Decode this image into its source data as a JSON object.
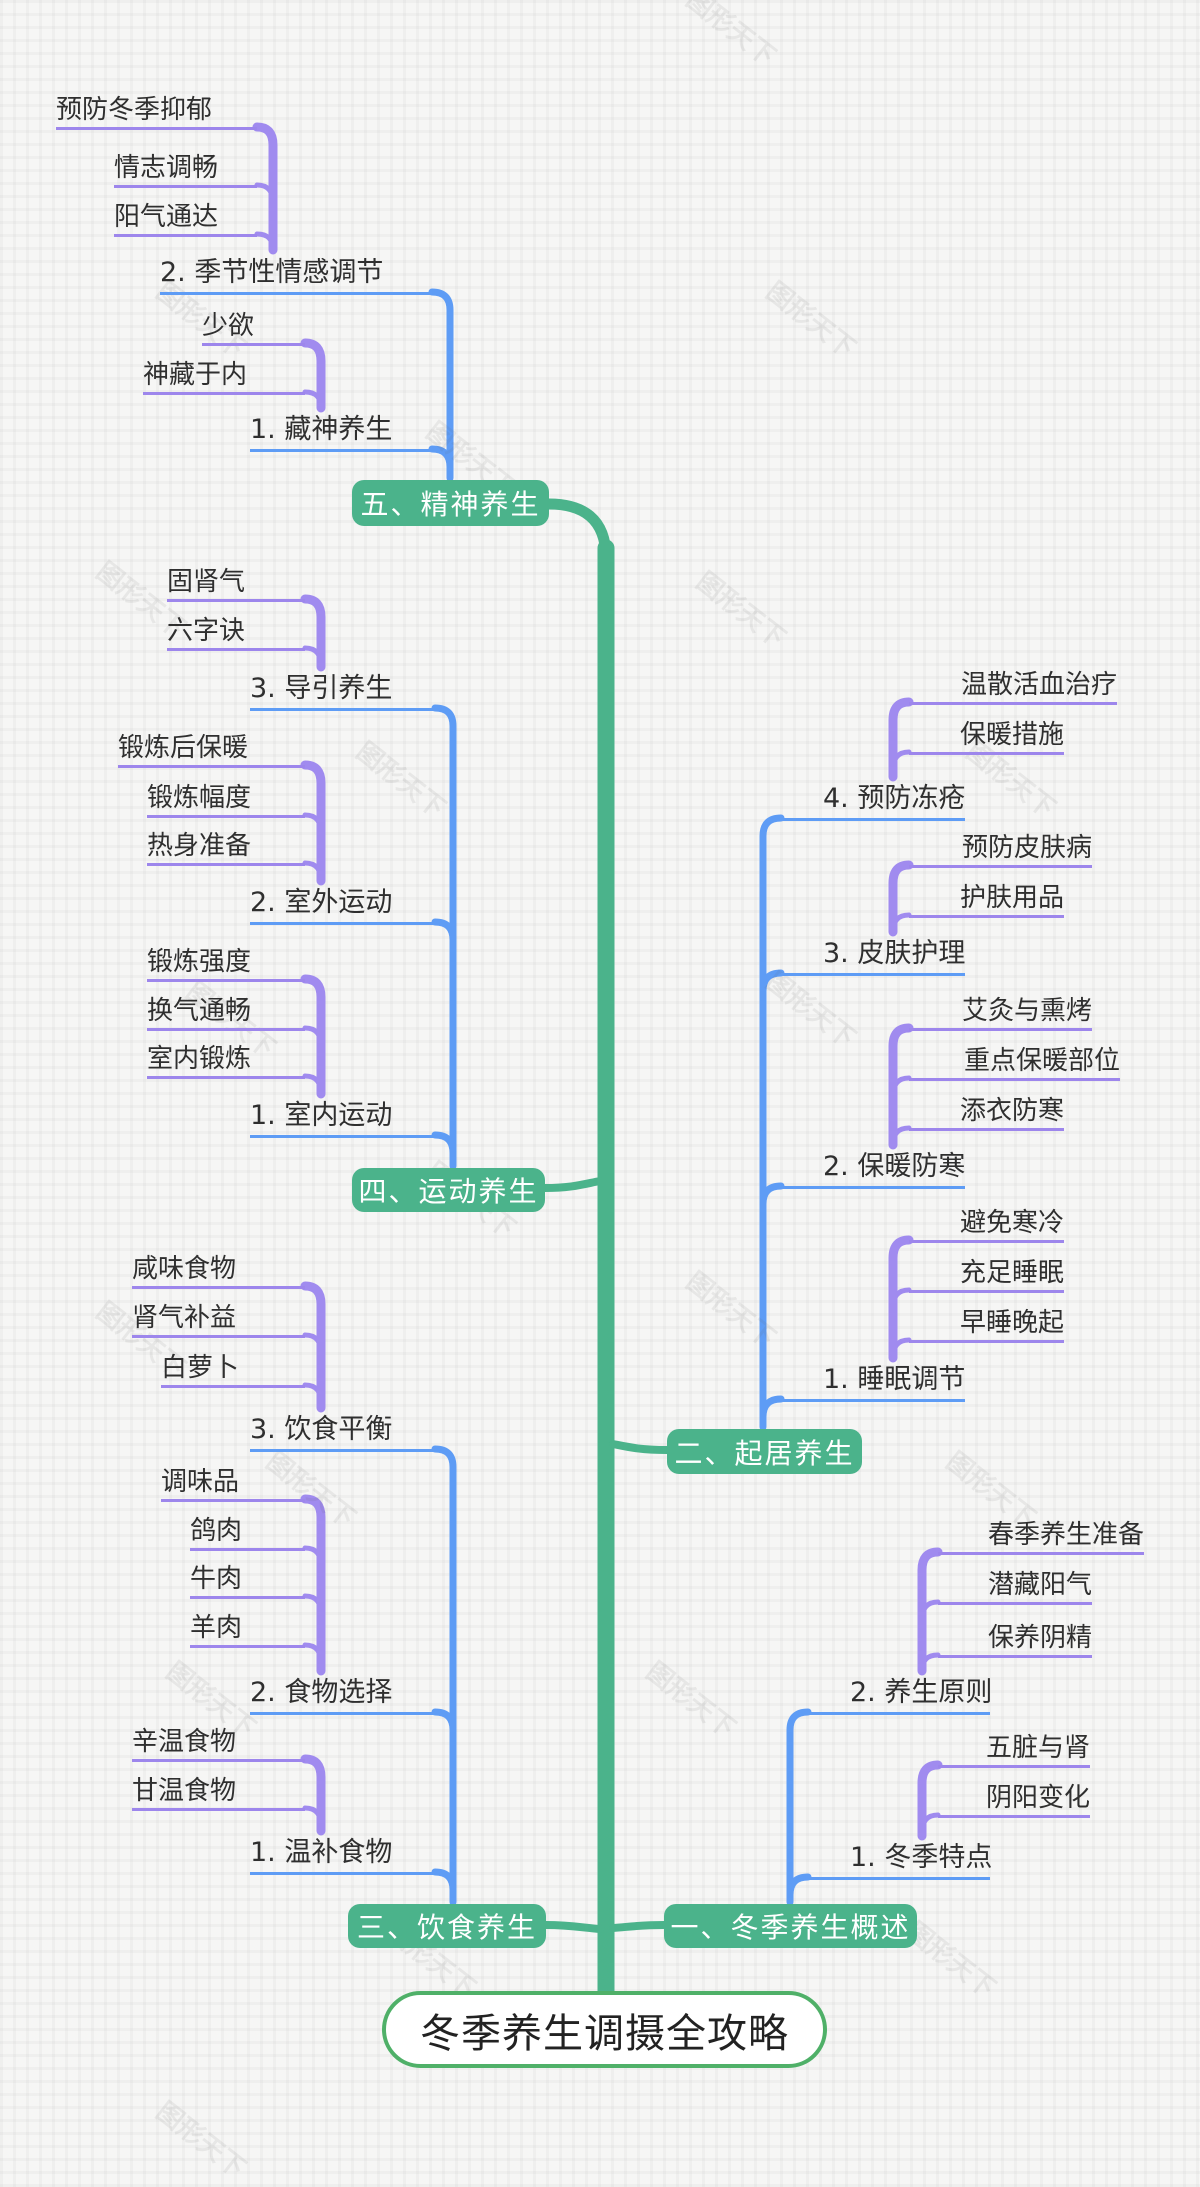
{
  "title": {
    "label": "冬季养生调摄全攻略"
  },
  "watermark": "图形天下",
  "colors": {
    "branch_green": "#4bb38b",
    "root_border_green": "#4fb068",
    "topic_blue": "#5e9cf5",
    "leaf_purple": "#9d86ec",
    "text": "#2f2f2f",
    "background": "#f6f6f5"
  },
  "branches": [
    {
      "label": "五、精神养生",
      "topics": [
        {
          "label": "2. 季节性情感调节",
          "leaves": [
            "预防冬季抑郁",
            "情志调畅",
            "阳气通达"
          ]
        },
        {
          "label": "1. 藏神养生",
          "leaves": [
            "少欲",
            "神藏于内"
          ]
        }
      ]
    },
    {
      "label": "四、运动养生",
      "topics": [
        {
          "label": "3. 导引养生",
          "leaves": [
            "固肾气",
            "六字诀"
          ]
        },
        {
          "label": "2. 室外运动",
          "leaves": [
            "锻炼后保暖",
            "锻炼幅度",
            "热身准备"
          ]
        },
        {
          "label": "1. 室内运动",
          "leaves": [
            "锻炼强度",
            "换气通畅",
            "室内锻炼"
          ]
        }
      ]
    },
    {
      "label": "三、饮食养生",
      "topics": [
        {
          "label": "3. 饮食平衡",
          "leaves": [
            "咸味食物",
            "肾气补益",
            "白萝卜"
          ]
        },
        {
          "label": "2. 食物选择",
          "leaves": [
            "调味品",
            "鸽肉",
            "牛肉",
            "羊肉"
          ]
        },
        {
          "label": "1. 温补食物",
          "leaves": [
            "辛温食物",
            "甘温食物"
          ]
        }
      ]
    },
    {
      "label": "二、起居养生",
      "topics": [
        {
          "label": "4. 预防冻疮",
          "leaves": [
            "温散活血治疗",
            "保暖措施"
          ]
        },
        {
          "label": "3. 皮肤护理",
          "leaves": [
            "预防皮肤病",
            "护肤用品"
          ]
        },
        {
          "label": "2. 保暖防寒",
          "leaves": [
            "艾灸与熏烤",
            "重点保暖部位",
            "添衣防寒"
          ]
        },
        {
          "label": "1. 睡眠调节",
          "leaves": [
            "避免寒冷",
            "充足睡眠",
            "早睡晚起"
          ]
        }
      ]
    },
    {
      "label": "一、冬季养生概述",
      "topics": [
        {
          "label": "2. 养生原则",
          "leaves": [
            "春季养生准备",
            "潜藏阳气",
            "保养阴精"
          ]
        },
        {
          "label": "1. 冬季特点",
          "leaves": [
            "五脏与肾",
            "阴阳变化"
          ]
        }
      ]
    }
  ]
}
